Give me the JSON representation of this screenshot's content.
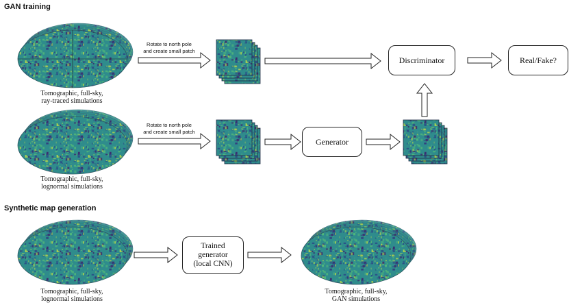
{
  "sections": {
    "gan_training_title": "GAN training",
    "synthetic_title": "Synthetic map generation"
  },
  "captions": {
    "raytraced_line1": "Tomographic, full-sky,",
    "raytraced_line2": "ray-traced simulations",
    "lognormal_top_line1": "Tomographic, full-sky,",
    "lognormal_top_line2": "lognormal simulations",
    "lognormal_bottom_line1": "Tomographic, full-sky,",
    "lognormal_bottom_line2": "lognormal simulations",
    "gan_sims_line1": "Tomographic, full-sky,",
    "gan_sims_line2": "GAN simulations"
  },
  "arrow_labels": {
    "rotate_top_line1": "Rotate to north pole",
    "rotate_top_line2": "and create small patch",
    "rotate_mid_line1": "Rotate to north pole",
    "rotate_mid_line2": "and create small patch"
  },
  "boxes": {
    "discriminator": "Discriminator",
    "real_fake": "Real/Fake?",
    "generator": "Generator",
    "trained_line1": "Trained",
    "trained_line2": "generator",
    "trained_line3": "(local CNN)"
  },
  "colors": {
    "map_dark": "#2b4f86",
    "map_mid": "#2f8c8c",
    "map_light": "#4fb77a",
    "map_yellow": "#b6d84a",
    "map_deep": "#3b2b6e",
    "line": "#222222"
  }
}
